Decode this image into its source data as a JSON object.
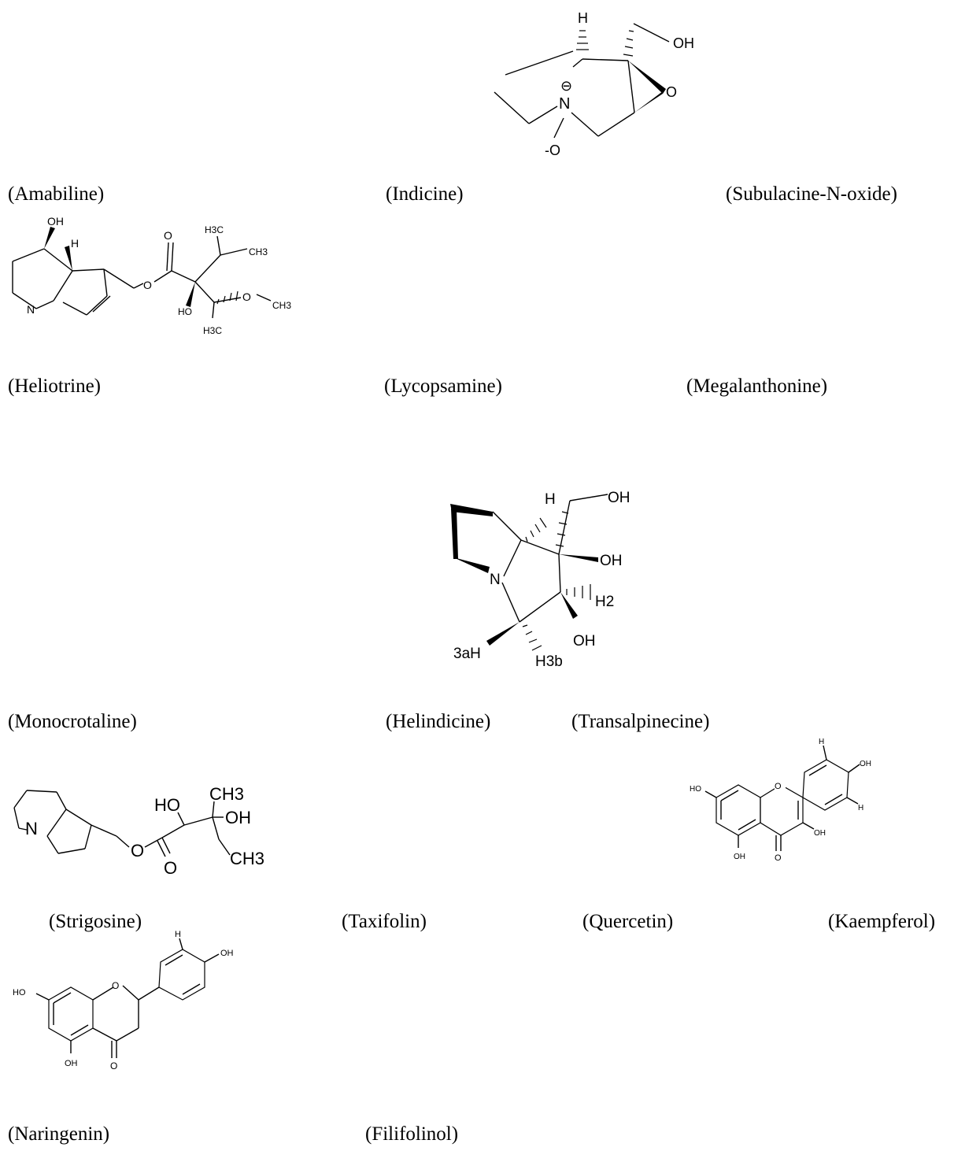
{
  "labels": {
    "amabiline": "(Amabiline)",
    "indicine": "(Indicine)",
    "subulacine": "(Subulacine-N-oxide)",
    "heliotrine": "(Heliotrine)",
    "lycopsamine": "(Lycopsamine)",
    "megalanthonine": "(Megalanthonine)",
    "monocrotaline": "(Monocrotaline)",
    "helindicine": "(Helindicine)",
    "transalpinecine": "(Transalpinecine)",
    "strigosine": "(Strigosine)",
    "taxifolin": "(Taxifolin)",
    "quercetin": "(Quercetin)",
    "kaempferol": "(Kaempferol)",
    "naringenin": "(Naringenin)",
    "filifolinol": "(Filifolinol)"
  },
  "atoms": {
    "h": "H",
    "oh": "OH",
    "o": "O",
    "n": "N",
    "n_minus": "⊖",
    "o_minus": "-O",
    "ho": "HO",
    "ch3": "CH3",
    "h3c": "H3C",
    "h2": "H2",
    "h3b": "H3b",
    "h3a": "3aH"
  }
}
